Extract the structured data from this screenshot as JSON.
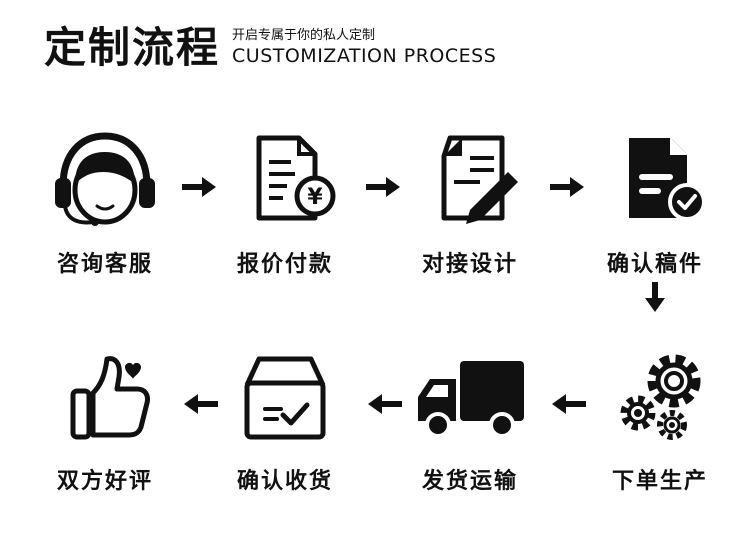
{
  "header": {
    "title": "定制流程",
    "subtitle_cn": "开启专属于你的私人定制",
    "subtitle_en": "CUSTOMIZATION PROCESS"
  },
  "steps": [
    {
      "label": "咨询客服",
      "icon": "customer-service-headset-icon"
    },
    {
      "label": "报价付款",
      "icon": "invoice-payment-yuan-icon"
    },
    {
      "label": "对接设计",
      "icon": "document-pen-design-icon"
    },
    {
      "label": "确认稿件",
      "icon": "document-check-icon"
    },
    {
      "label": "下单生产",
      "icon": "gears-production-icon"
    },
    {
      "label": "发货运输",
      "icon": "delivery-truck-icon"
    },
    {
      "label": "确认收货",
      "icon": "package-check-icon"
    },
    {
      "label": "双方好评",
      "icon": "thumbs-up-heart-icon"
    }
  ],
  "colors": {
    "ink": "#111111",
    "background": "#ffffff"
  }
}
